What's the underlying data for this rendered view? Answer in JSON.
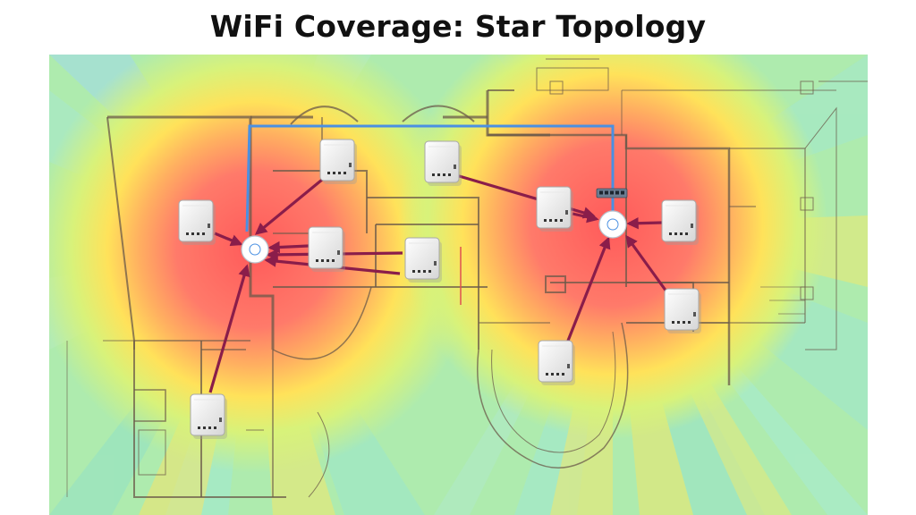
{
  "title": "WiFi Coverage: Star Topology",
  "colors": {
    "heat_core": "#ff6060",
    "heat_mid": "#ffd44a",
    "heat_edge": "#d6f07a",
    "heat_far": "#7fe0b0",
    "wall": "#6b5a4a",
    "backhaul": "#4a90e2",
    "link": "#8a1d4a",
    "access_point": "#ffffff",
    "switch": "#6b7d92"
  },
  "nodes": [
    {
      "id": "ap-left",
      "kind": "access-point",
      "hub": true
    },
    {
      "id": "ap-right",
      "kind": "access-point",
      "hub": true
    },
    {
      "id": "switch-1",
      "kind": "network-switch"
    },
    {
      "id": "sensor-1",
      "kind": "smart-switch-module",
      "hub": "ap-left"
    },
    {
      "id": "sensor-2",
      "kind": "smart-switch-module",
      "hub": "ap-left"
    },
    {
      "id": "sensor-3",
      "kind": "smart-switch-module",
      "hub": "ap-left"
    },
    {
      "id": "sensor-4",
      "kind": "smart-switch-module",
      "hub": "ap-left"
    },
    {
      "id": "sensor-5",
      "kind": "smart-switch-module",
      "hub": "ap-left"
    },
    {
      "id": "sensor-6",
      "kind": "smart-switch-module",
      "hub": "ap-left"
    },
    {
      "id": "sensor-7",
      "kind": "smart-switch-module",
      "hub": "ap-right"
    },
    {
      "id": "sensor-8",
      "kind": "smart-switch-module",
      "hub": "ap-right"
    },
    {
      "id": "sensor-9",
      "kind": "smart-switch-module",
      "hub": "ap-right"
    },
    {
      "id": "sensor-10",
      "kind": "smart-switch-module",
      "hub": "ap-right"
    },
    {
      "id": "sensor-11",
      "kind": "smart-switch-module",
      "hub": "ap-right"
    }
  ]
}
